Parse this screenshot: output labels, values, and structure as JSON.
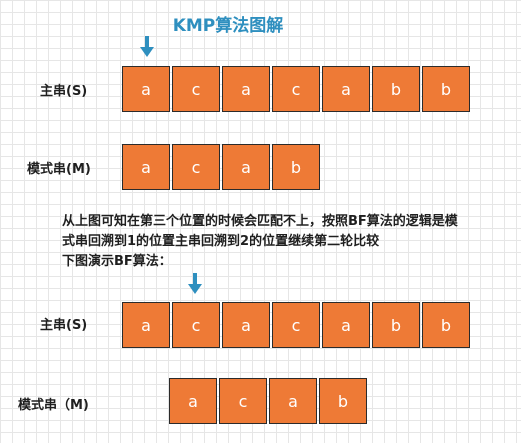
{
  "title": "KMP算法图解",
  "colors": {
    "cell_fill": "#ee7a36",
    "arrow": "#2e8fbf",
    "title": "#2e8fbf"
  },
  "icons": {
    "pointer": "down-arrow-icon"
  },
  "section1": {
    "main_label": "主串(S)",
    "main_chars": [
      "a",
      "c",
      "a",
      "c",
      "a",
      "b",
      "b"
    ],
    "pattern_label": "模式串(M)",
    "pattern_chars": [
      "a",
      "c",
      "a",
      "b"
    ]
  },
  "explanation": {
    "line1": "从上图可知在第三个位置的时候会匹配不上，按照BF算法的逻辑是模",
    "line2": "式串回溯到1的位置主串回溯到2的位置继续第二轮比较",
    "line3": "下图演示BF算法："
  },
  "section2": {
    "main_label": "主串(S)",
    "main_chars": [
      "a",
      "c",
      "a",
      "c",
      "a",
      "b",
      "b"
    ],
    "pattern_label": "模式串（M)",
    "pattern_chars": [
      "a",
      "c",
      "a",
      "b"
    ]
  }
}
